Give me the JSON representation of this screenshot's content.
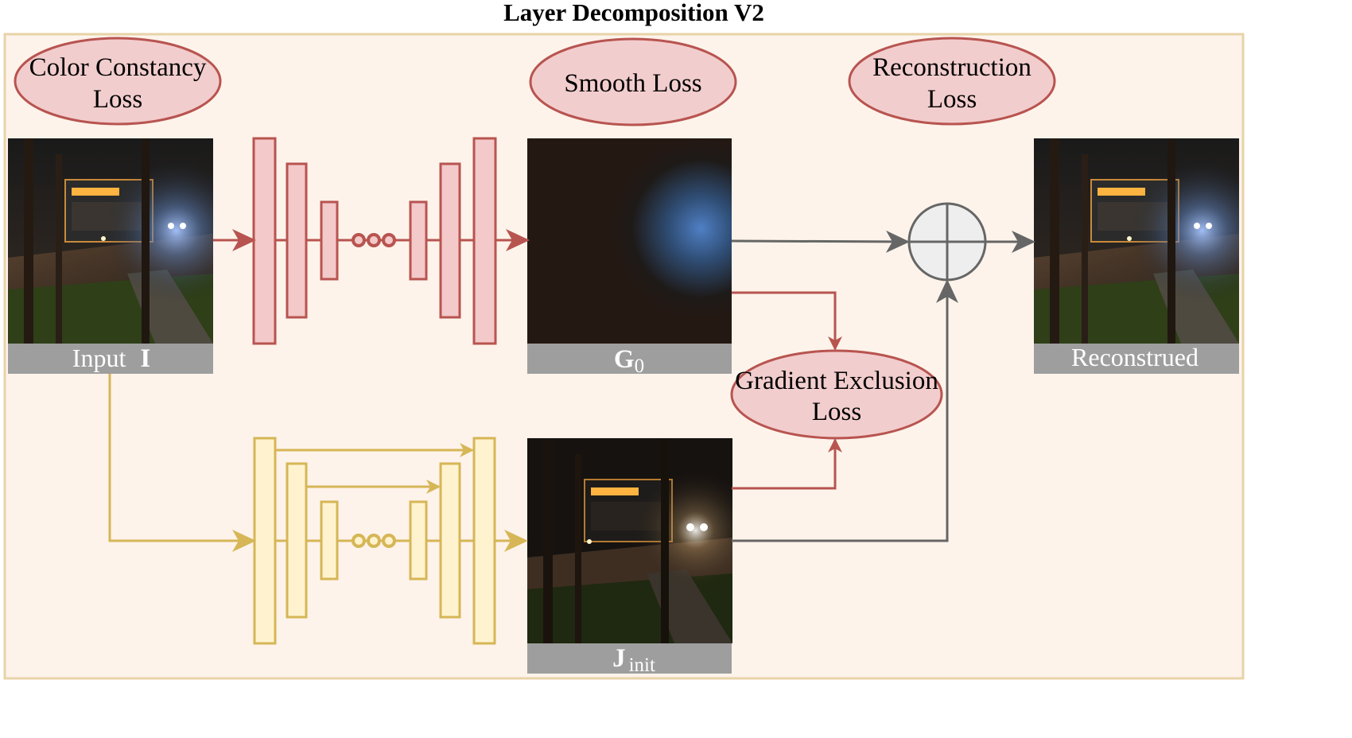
{
  "title": "Layer Decomposition V2",
  "losses": {
    "color_constancy": [
      "Color Constancy",
      "Loss"
    ],
    "smooth": "Smooth Loss",
    "reconstruction": [
      "Reconstruction",
      "Loss"
    ],
    "gradient_exclusion": [
      "Gradient Exclusion",
      "Loss"
    ]
  },
  "captions": {
    "input": {
      "label": "Input",
      "symbol": "I"
    },
    "g0": {
      "symbol": "G",
      "sub": "0"
    },
    "jinit": {
      "symbol": "J",
      "sub": "init"
    },
    "reconstructed": "Reconstrued"
  },
  "colors": {
    "panel_bg": "#fdf3ea",
    "panel_border": "#e8d3a8",
    "red_net_fill": "#f3c9c9",
    "red_net_stroke": "#b85450",
    "yellow_net_fill": "#fff3cf",
    "yellow_net_stroke": "#d6b656",
    "ellipse_fill": "#f2cdcd",
    "ellipse_stroke": "#b85450",
    "gray_arrow": "#666666",
    "caption_bar": "#9e9e9e"
  },
  "icons": [
    "plus-circle-icon",
    "ellipsis-dots-icon"
  ]
}
